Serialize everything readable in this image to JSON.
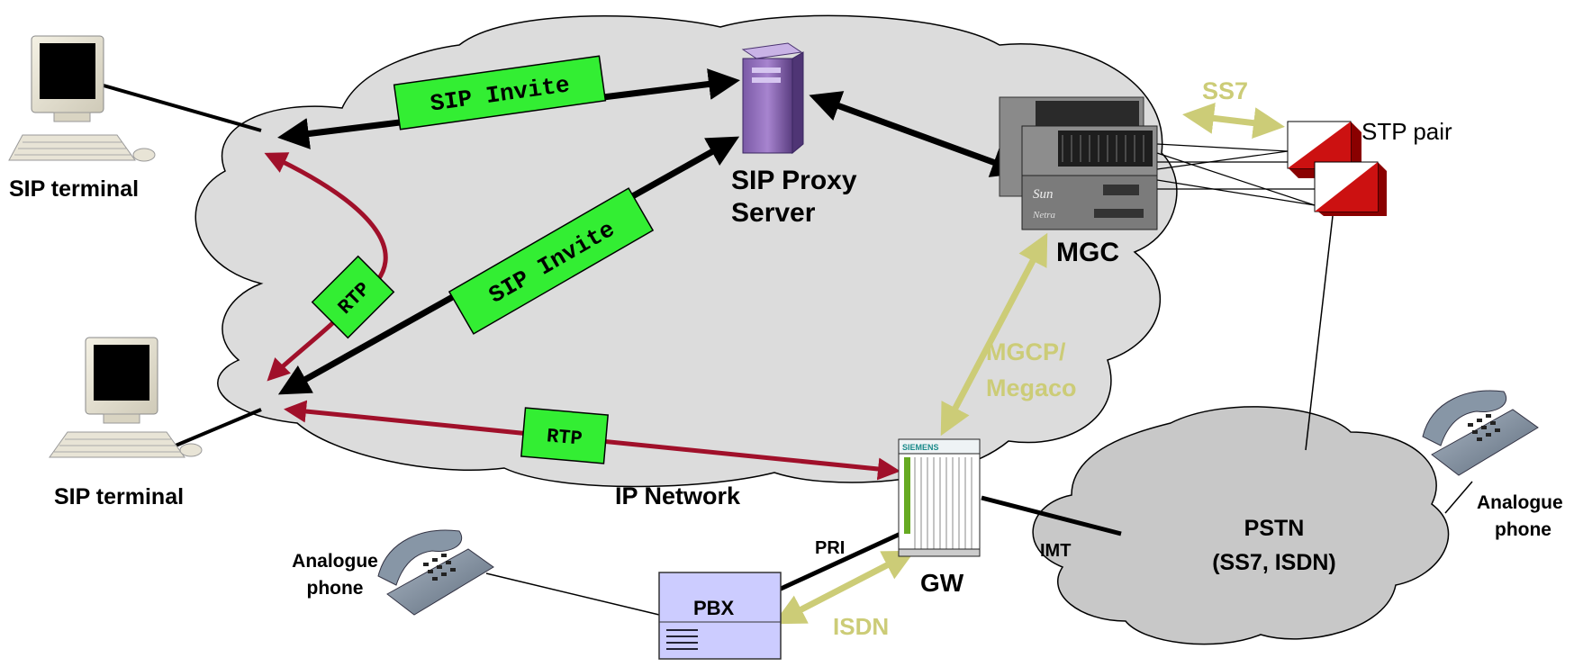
{
  "diagram": {
    "ip_network_label": "IP Network",
    "pstn": {
      "line1": "PSTN",
      "line2": "(SS7, ISDN)"
    },
    "sip_terminal_top": "SIP terminal",
    "sip_terminal_bottom": "SIP terminal",
    "proxy": {
      "line1": "SIP Proxy",
      "line2": "Server"
    },
    "mgc": "MGC",
    "stp": "STP pair",
    "ss7": "SS7",
    "mgcp": {
      "line1": "MGCP/",
      "line2": "Megaco"
    },
    "gw": "GW",
    "gw_brand": "SIEMENS",
    "pri": "PRI",
    "imt": "IMT",
    "isdn": "ISDN",
    "pbx": "PBX",
    "phone_left": {
      "line1": "Analogue",
      "line2": "phone"
    },
    "phone_right": {
      "line1": "Analogue",
      "line2": "phone"
    },
    "sip_invite_1": "SIP Invite",
    "sip_invite_2": "SIP Invite",
    "rtp_1": "RTP",
    "rtp_2": "RTP",
    "sun_text_1": "Sun",
    "sun_text_2": "Netra"
  },
  "colors": {
    "cloud_fill": "#dcdcdc",
    "label_green": "#33ee33",
    "rtp_red": "#a0102a",
    "khaki": "#cccc77",
    "pbx_fill": "#ccccff",
    "stp_red": "#cc1111"
  }
}
